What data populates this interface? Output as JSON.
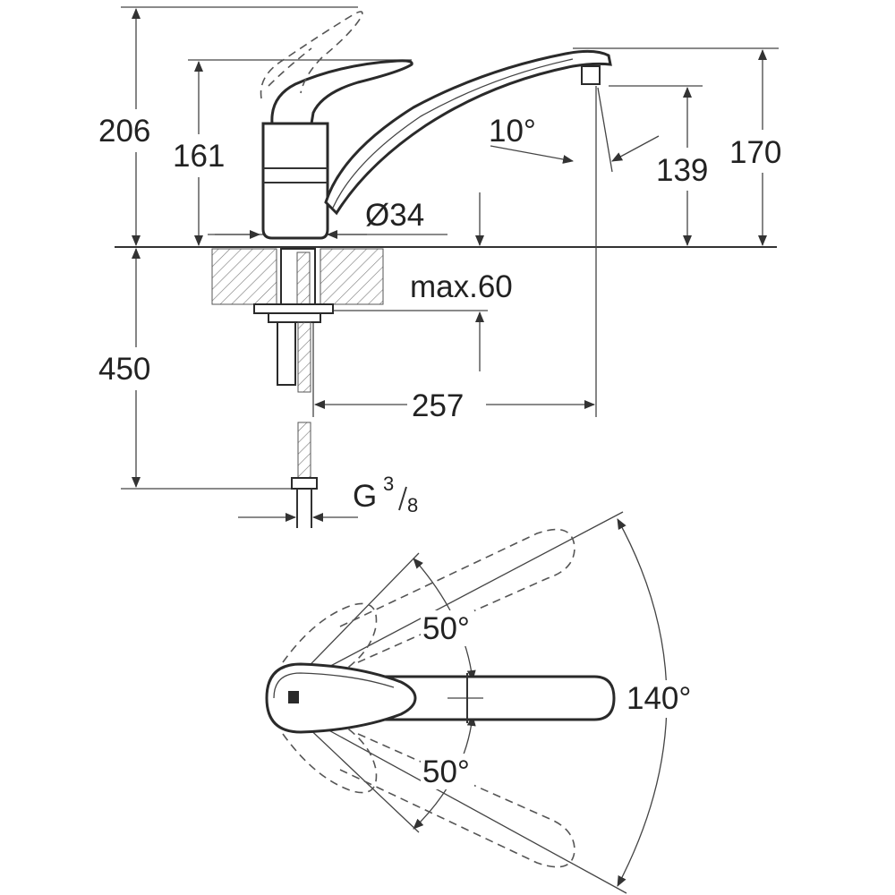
{
  "dimensions": {
    "height_total": "206",
    "height_lever_base": "161",
    "spout_angle": "10°",
    "spout_outlet_height": "139",
    "spout_height": "170",
    "base_diameter": "Ø34",
    "max_counter_thickness": "max.60",
    "hose_length": "450",
    "spout_reach": "257",
    "connection_thread_main": "G",
    "connection_thread_num": "3",
    "connection_thread_den": "8"
  },
  "rotation": {
    "upper_swivel": "50°",
    "lower_swivel": "50°",
    "total_swivel": "140°"
  },
  "colors": {
    "line": "#333333",
    "text": "#222222",
    "background": "#ffffff"
  }
}
